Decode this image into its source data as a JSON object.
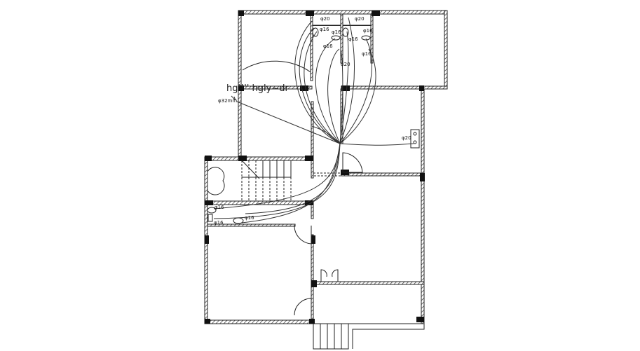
{
  "drawing": {
    "annotation_text": "hg'!'' hgly~dr",
    "main_pipe_label": "φ32mm",
    "upper_labels": {
      "wc1_supply": "φ20",
      "wc2_supply": "φ20",
      "wc1_toilet": "φ16",
      "wc1_basin": "φ16",
      "wc1_shower": "φ16",
      "wc2_toilet": "φ16",
      "wc2_basin": "φ16",
      "wc2_shower": "φ16",
      "riser": "φ20"
    },
    "kitchen_label": "φ20",
    "lower_labels": {
      "toilet": "φ16",
      "shower": "φ16",
      "basin": "φ16"
    }
  }
}
